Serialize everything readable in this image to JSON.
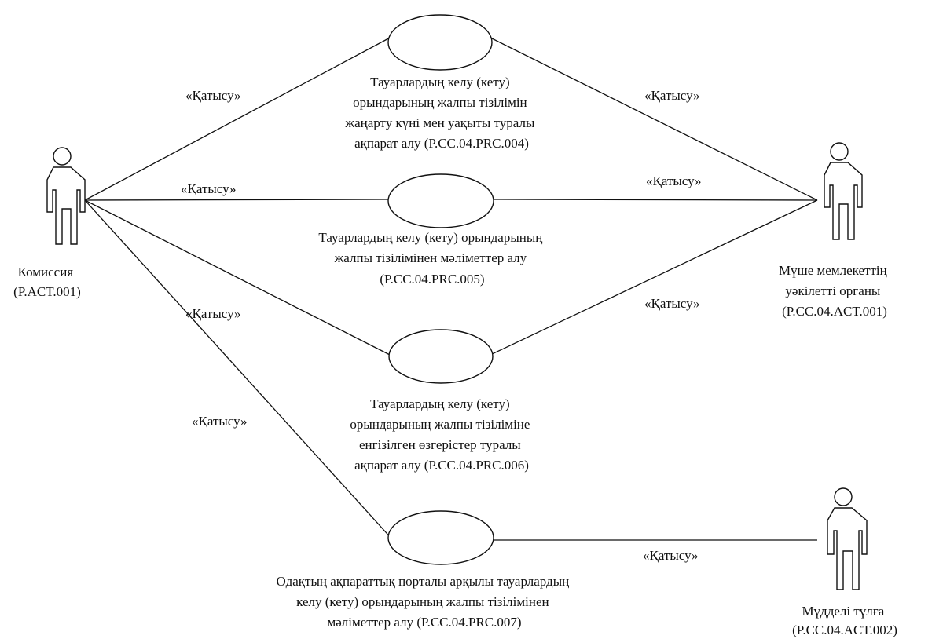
{
  "actors": {
    "commission": {
      "lines": [
        "Комиссия",
        "(P.ACT.001)"
      ]
    },
    "member_state": {
      "lines": [
        "Мүше мемлекеттің",
        "уәкілетті органы",
        "(P.CC.04.ACT.001)"
      ]
    },
    "interested": {
      "lines": [
        "Мүдделі тұлға",
        "(P.CC.04.ACT.002)"
      ]
    }
  },
  "use_cases": [
    {
      "lines": [
        "Тауарлардың келу (кету)",
        "орындарының жалпы тізілімін",
        "жаңарту күні мен уақыты туралы",
        "ақпарат алу (P.CC.04.PRC.004)"
      ]
    },
    {
      "lines": [
        "Тауарлардың келу (кету) орындарының",
        "жалпы тізілімінен мәліметтер алу",
        "(P.CC.04.PRC.005)"
      ]
    },
    {
      "lines": [
        "Тауарлардың келу (кету)",
        "орындарының жалпы тізіліміне",
        "енгізілген өзгерістер туралы",
        "ақпарат алу (P.CC.04.PRC.006)"
      ]
    },
    {
      "lines": [
        "Одақтың ақпараттық порталы арқылы тауарлардың",
        "келу (кету) орындарының жалпы тізілімінен",
        "мәліметтер алу (P.CC.04.PRC.007)"
      ]
    }
  ],
  "stereotypes": [
    "«Қатысу»",
    "«Қатысу»",
    "«Қатысу»",
    "«Қатысу»",
    "«Қатысу»",
    "«Қатысу»",
    "«Қатысу»",
    "«Қатысу»"
  ]
}
